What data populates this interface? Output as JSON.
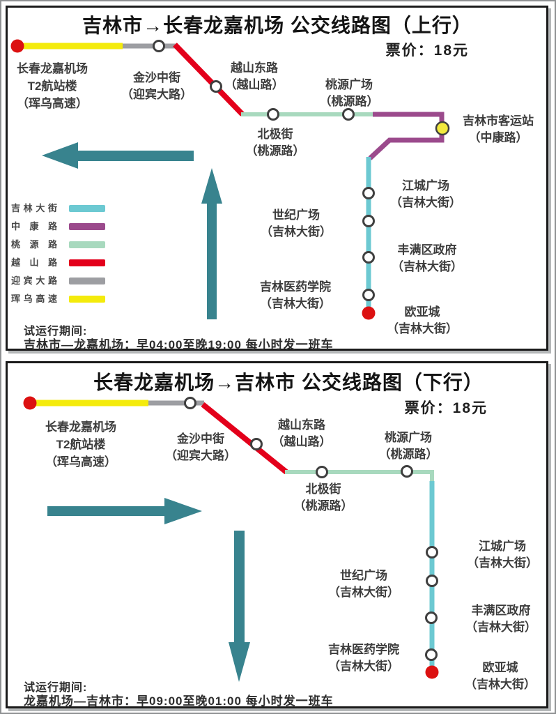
{
  "colors": {
    "arrow_teal": "#38838e",
    "jilin_street_blue": "#6cc9d2",
    "zhongkang_purple": "#9b4a8c",
    "taoyuan_green": "#a8d9be",
    "yueshan_red": "#e3001b",
    "yingbin_gray": "#9d9ea2",
    "hunwu_yellow": "#f4eb0c",
    "station_ring": "#3f3f3f",
    "station_fill": "#ffffff",
    "terminal_red": "#dc1111",
    "station_yellow_fill": "#f2e93e"
  },
  "top_panel": {
    "title": "吉林市→长春龙嘉机场 公交线路图（上行）",
    "fare": "票价：18元",
    "direction_arrows": [
      "left",
      "up"
    ],
    "legend": [
      {
        "label": "吉林大街",
        "color": "#6cc9d2"
      },
      {
        "label": "中康路",
        "color": "#9b4a8c"
      },
      {
        "label": "桃源路",
        "color": "#a8d9be"
      },
      {
        "label": "越山路",
        "color": "#e3001b"
      },
      {
        "label": "迎宾大路",
        "color": "#9d9ea2"
      },
      {
        "label": "珲乌高速",
        "color": "#f4eb0c"
      }
    ],
    "stations": [
      {
        "name": "长春龙嘉机场\nT2航站楼\n（珲乌高速）"
      },
      {
        "name": "金沙中街\n（迎宾大路）"
      },
      {
        "name": "越山东路\n（越山路）"
      },
      {
        "name": "桃源广场\n（桃源路）"
      },
      {
        "name": "北极街\n（桃源路）"
      },
      {
        "name": "吉林市客运站\n（中康路）"
      },
      {
        "name": "江城广场\n（吉林大街）"
      },
      {
        "name": "世纪广场\n（吉林大街）"
      },
      {
        "name": "丰满区政府\n（吉林大街）"
      },
      {
        "name": "吉林医药学院\n（吉林大街）"
      },
      {
        "name": "欧亚城\n（吉林大街）"
      }
    ],
    "note_line1": "试运行期间:",
    "note_line2": "吉林市—龙嘉机场：早04:00至晚19:00  每小时发一班车"
  },
  "bottom_panel": {
    "title": "长春龙嘉机场→吉林市 公交线路图（下行）",
    "fare": "票价：18元",
    "direction_arrows": [
      "right",
      "down"
    ],
    "stations": [
      {
        "name": "长春龙嘉机场\nT2航站楼\n（珲乌高速）"
      },
      {
        "name": "金沙中街\n（迎宾大路）"
      },
      {
        "name": "越山东路\n（越山路）"
      },
      {
        "name": "桃源广场\n（桃源路）"
      },
      {
        "name": "北极街\n（桃源路）"
      },
      {
        "name": "江城广场\n（吉林大街）"
      },
      {
        "name": "世纪广场\n（吉林大街）"
      },
      {
        "name": "丰满区政府\n（吉林大街）"
      },
      {
        "name": "吉林医药学院\n（吉林大街）"
      },
      {
        "name": "欧亚城\n（吉林大街）"
      }
    ],
    "note_line1": "试运行期间:",
    "note_line2": "龙嘉机场—吉林市：早09:00至晚01:00 每小时发一班车"
  }
}
